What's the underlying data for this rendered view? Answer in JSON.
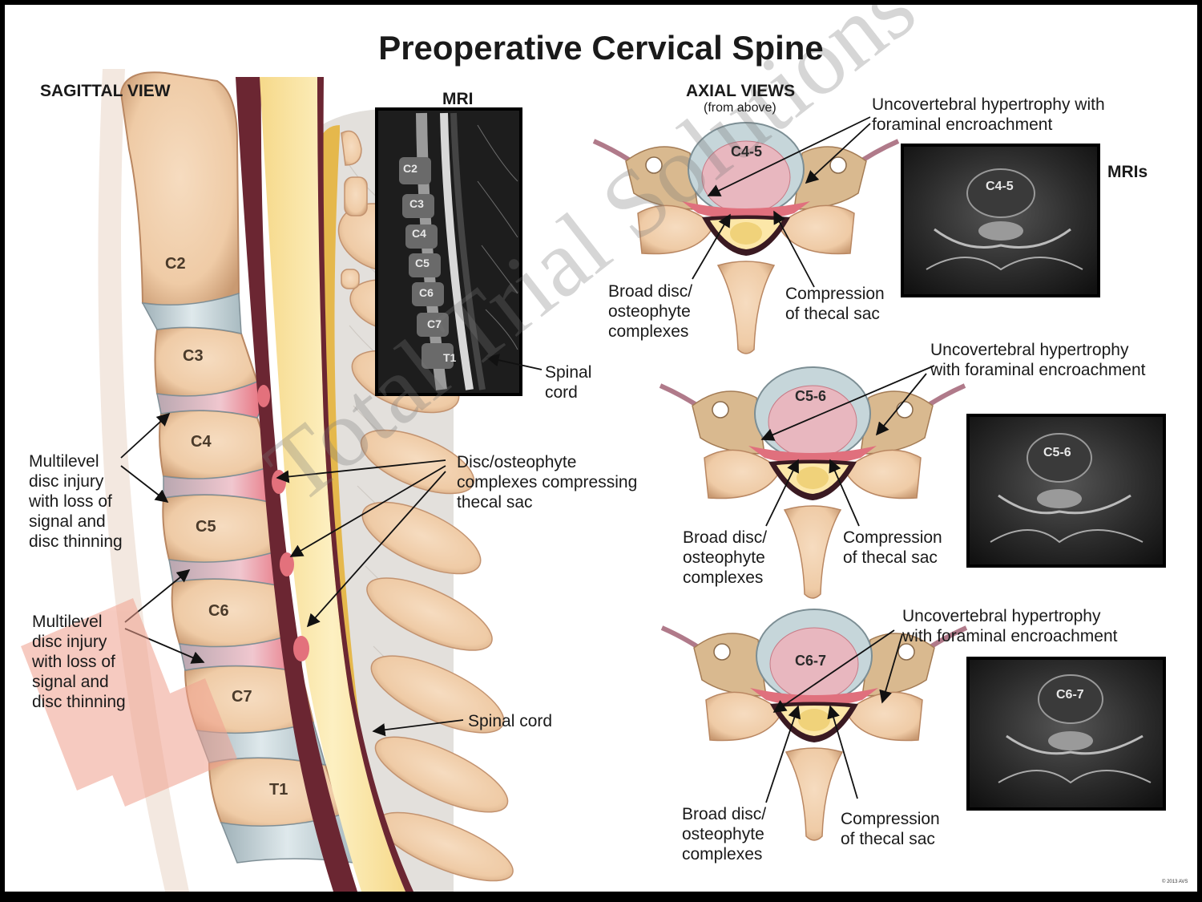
{
  "title": "Preoperative Cervical Spine",
  "sagittal": {
    "heading": "SAGITTAL VIEW",
    "vertebrae": [
      "C2",
      "C3",
      "C4",
      "C5",
      "C6",
      "C7",
      "T1"
    ],
    "label_multilevel_upper": "Multilevel\ndisc injury\nwith loss of\nsignal and\ndisc thinning",
    "label_multilevel_lower": "Multilevel\ndisc injury\nwith loss of\nsignal and\ndisc thinning",
    "label_disc_osteophyte": "Disc/osteophyte\ncomplexes compressing\nthecal sac",
    "label_spinal_cord": "Spinal cord"
  },
  "mri": {
    "heading": "MRI",
    "levels": [
      "C2",
      "C3",
      "C4",
      "C5",
      "C6",
      "C7",
      "T1"
    ],
    "label_spinal_cord": "Spinal\ncord"
  },
  "axial": {
    "heading": "AXIAL VIEWS",
    "subheading": "(from above)",
    "mris_label": "MRIs",
    "panels": [
      {
        "level": "C4-5",
        "uncovertebral": "Uncovertebral hypertrophy with\nforaminal encroachment",
        "broad_disc": "Broad disc/\nosteophyte\ncomplexes",
        "compression": "Compression\nof thecal sac"
      },
      {
        "level": "C5-6",
        "uncovertebral": "Uncovertebral hypertrophy\nwith foraminal encroachment",
        "broad_disc": "Broad disc/\nosteophyte\ncomplexes",
        "compression": "Compression\nof thecal sac"
      },
      {
        "level": "C6-7",
        "uncovertebral": "Uncovertebral hypertrophy\nwith foraminal encroachment",
        "broad_disc": "Broad disc/\nosteophyte\ncomplexes",
        "compression": "Compression\nof thecal sac"
      }
    ]
  },
  "watermark": "Total Trial Solutions",
  "copyright": "© 2013 AVS",
  "colors": {
    "bone": "#f2d3b4",
    "bone_edge": "#c9a07e",
    "disc": "#c9d8dc",
    "disc_injured": "#e6a9b3",
    "cord": "#fde7a5",
    "dura": "#5a1f2a",
    "fat": "#e8c160",
    "mri_bg": "#1a1a1a"
  }
}
